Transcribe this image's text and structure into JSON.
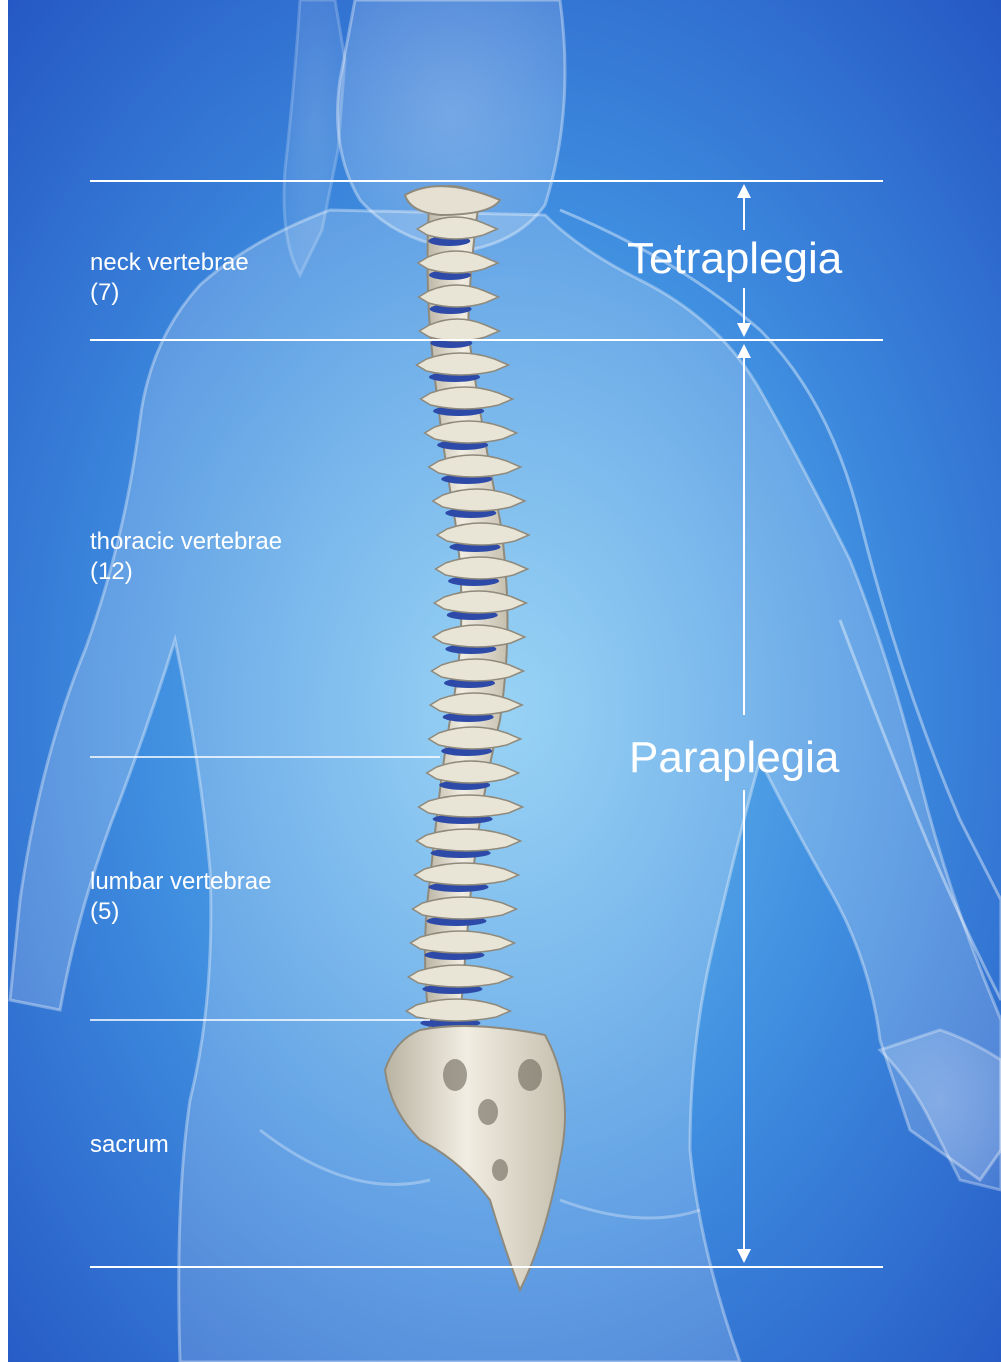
{
  "regions": [
    {
      "name": "neck vertebrae",
      "count": "(7)"
    },
    {
      "name": "thoracic vertebrae",
      "count": "(12)"
    },
    {
      "name": "lumbar vertebrae",
      "count": "(5)"
    },
    {
      "name": "sacrum",
      "count": ""
    }
  ],
  "injury_zones": {
    "upper": "Tetraplegia",
    "lower": "Paraplegia"
  },
  "colors": {
    "background_dark": "#2a63c9",
    "background_light": "#64b6ec",
    "bone": "#e8e4d6",
    "disc": "#2d4aa8",
    "lines": "#ffffff"
  }
}
